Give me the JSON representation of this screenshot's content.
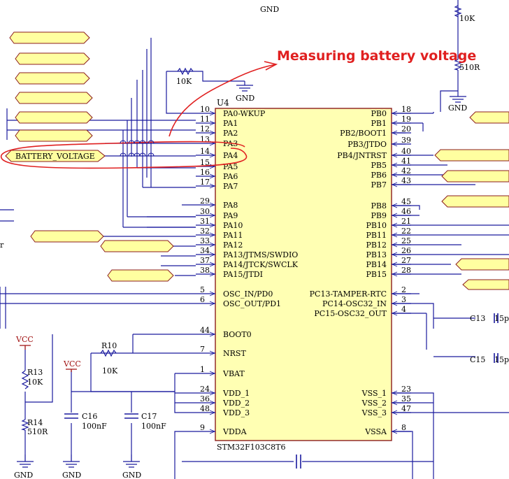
{
  "colors": {
    "wire": "#1a1a9e",
    "chip_fill": "#ffffb3",
    "chip_border": "#8b1c1c",
    "text": "#000000",
    "power": "#a01010",
    "annotation": "#e02020",
    "net_label_fill": "#ffffa0"
  },
  "annotation": {
    "text": "Measuring battery voltage"
  },
  "chip": {
    "ref": "U4",
    "part": "STM32F103C8T6",
    "left_pins": [
      {
        "num": "10",
        "name": "PA0-WKUP"
      },
      {
        "num": "11",
        "name": "PA1"
      },
      {
        "num": "12",
        "name": "PA2"
      },
      {
        "num": "13",
        "name": "PA3"
      },
      {
        "num": "14",
        "name": "PA4"
      },
      {
        "num": "15",
        "name": "PA5"
      },
      {
        "num": "16",
        "name": "PA6"
      },
      {
        "num": "17",
        "name": "PA7"
      },
      {
        "num": "29",
        "name": "PA8"
      },
      {
        "num": "30",
        "name": "PA9"
      },
      {
        "num": "31",
        "name": "PA10"
      },
      {
        "num": "32",
        "name": "PA11"
      },
      {
        "num": "33",
        "name": "PA12"
      },
      {
        "num": "34",
        "name": "PA13/JTMS/SWDIO"
      },
      {
        "num": "37",
        "name": "PA14/JTCK/SWCLK"
      },
      {
        "num": "38",
        "name": "PA15/JTDI"
      },
      {
        "num": "5",
        "name": "OSC_IN/PD0"
      },
      {
        "num": "6",
        "name": "OSC_OUT/PD1"
      },
      {
        "num": "44",
        "name": "BOOT0"
      },
      {
        "num": "7",
        "name": "NRST"
      },
      {
        "num": "1",
        "name": "VBAT"
      },
      {
        "num": "24",
        "name": "VDD_1"
      },
      {
        "num": "36",
        "name": "VDD_2"
      },
      {
        "num": "48",
        "name": "VDD_3"
      },
      {
        "num": "9",
        "name": "VDDA"
      }
    ],
    "right_pins": [
      {
        "num": "18",
        "name": "PB0"
      },
      {
        "num": "19",
        "name": "PB1"
      },
      {
        "num": "20",
        "name": "PB2/BOOT1"
      },
      {
        "num": "39",
        "name": "PB3/JTDO"
      },
      {
        "num": "40",
        "name": "PB4/JNTRST"
      },
      {
        "num": "41",
        "name": "PB5"
      },
      {
        "num": "42",
        "name": "PB6"
      },
      {
        "num": "43",
        "name": "PB7"
      },
      {
        "num": "45",
        "name": "PB8"
      },
      {
        "num": "46",
        "name": "PB9"
      },
      {
        "num": "21",
        "name": "PB10"
      },
      {
        "num": "22",
        "name": "PB11"
      },
      {
        "num": "25",
        "name": "PB12"
      },
      {
        "num": "26",
        "name": "PB13"
      },
      {
        "num": "27",
        "name": "PB14"
      },
      {
        "num": "28",
        "name": "PB15"
      },
      {
        "num": "2",
        "name": "PC13-TAMPER-RTC"
      },
      {
        "num": "3",
        "name": "PC14-OSC32_IN"
      },
      {
        "num": "4",
        "name": "PC15-OSC32_OUT"
      },
      {
        "num": "23",
        "name": "VSS_1"
      },
      {
        "num": "35",
        "name": "VSS_2"
      },
      {
        "num": "47",
        "name": "VSS_3"
      },
      {
        "num": "8",
        "name": "VSSA"
      }
    ]
  },
  "net_labels": {
    "battery_voltage": "BATTERY_VOLTAGE"
  },
  "components": {
    "r_top_feedback": {
      "value": "10K"
    },
    "r_right_top": {
      "value": "10K"
    },
    "r_right_bottom": {
      "value": "510R"
    },
    "r10": {
      "ref": "R10",
      "value": "10K"
    },
    "r13": {
      "ref": "R13",
      "value": "10K"
    },
    "r14": {
      "ref": "R14",
      "value": "510R"
    },
    "c16": {
      "ref": "C16",
      "value": "100nF"
    },
    "c17": {
      "ref": "C17",
      "value": "100nF"
    },
    "c13": {
      "ref": "C13",
      "value": "15p"
    },
    "c15": {
      "ref": "C15",
      "value": "15p"
    }
  },
  "power": {
    "vcc": "VCC",
    "gnd": "GND",
    "pin_r": "r"
  }
}
